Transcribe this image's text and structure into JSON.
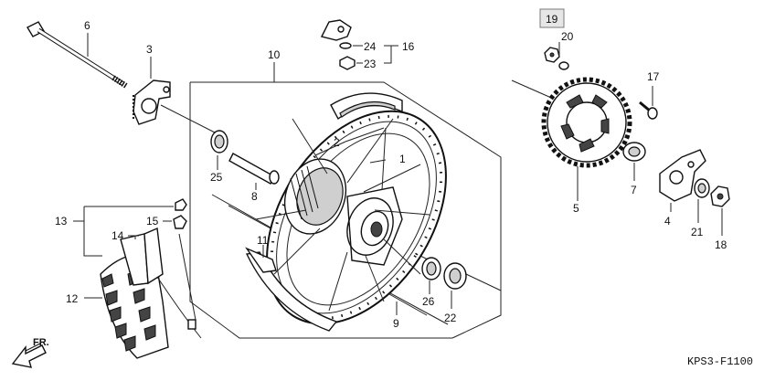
{
  "diagram": {
    "drawing_code": "KPS3-F1100",
    "direction_label": "FR.",
    "highlighted_label": "19",
    "callouts": [
      {
        "id": "c1",
        "text": "1"
      },
      {
        "id": "c2",
        "text": "2"
      },
      {
        "id": "c3",
        "text": "3"
      },
      {
        "id": "c4",
        "text": "4"
      },
      {
        "id": "c5",
        "text": "5"
      },
      {
        "id": "c6",
        "text": "6"
      },
      {
        "id": "c7",
        "text": "7"
      },
      {
        "id": "c8",
        "text": "8"
      },
      {
        "id": "c9",
        "text": "9"
      },
      {
        "id": "c10",
        "text": "10"
      },
      {
        "id": "c11",
        "text": "11"
      },
      {
        "id": "c12",
        "text": "12"
      },
      {
        "id": "c13",
        "text": "13"
      },
      {
        "id": "c14",
        "text": "14"
      },
      {
        "id": "c15",
        "text": "15"
      },
      {
        "id": "c16",
        "text": "16"
      },
      {
        "id": "c17",
        "text": "17"
      },
      {
        "id": "c18",
        "text": "18"
      },
      {
        "id": "c20",
        "text": "20"
      },
      {
        "id": "c21",
        "text": "21"
      },
      {
        "id": "c22",
        "text": "22"
      },
      {
        "id": "c23",
        "text": "23"
      },
      {
        "id": "c24",
        "text": "24"
      },
      {
        "id": "c25",
        "text": "25"
      },
      {
        "id": "c26",
        "text": "26"
      }
    ]
  }
}
